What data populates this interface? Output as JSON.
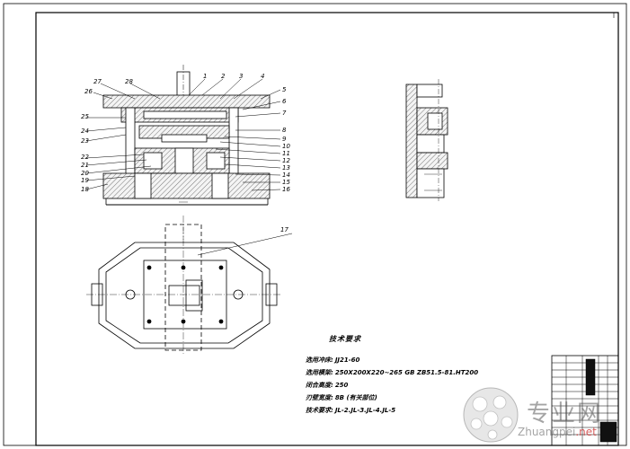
{
  "drawing": {
    "callouts": {
      "left": [
        "27",
        "28",
        "26",
        "25",
        "24",
        "23",
        "22",
        "21",
        "20",
        "19",
        "18"
      ],
      "top": [
        "1",
        "2",
        "3",
        "4"
      ],
      "right": [
        "5",
        "6",
        "7",
        "8",
        "9",
        "10",
        "11",
        "12",
        "13",
        "14",
        "15",
        "16"
      ],
      "plan": "17"
    }
  },
  "requirements": {
    "title": "技术要求",
    "lines": [
      {
        "label": "选用冲床:",
        "value": "JJ21-60"
      },
      {
        "label": "选用模架:",
        "value": "250X200X220~265  GB  ZB51.5-81.HT200"
      },
      {
        "label": "闭合高度:",
        "value": "250"
      },
      {
        "label": "刃壁宽度:",
        "value": "8B (有关部位)"
      },
      {
        "label": "技术要求:",
        "value": "JL-2.JL-3.JL-4.JL-5"
      }
    ]
  },
  "watermark": {
    "site_cn": "专业网",
    "url_a": "Zhuangpei",
    "url_b": ".net"
  }
}
